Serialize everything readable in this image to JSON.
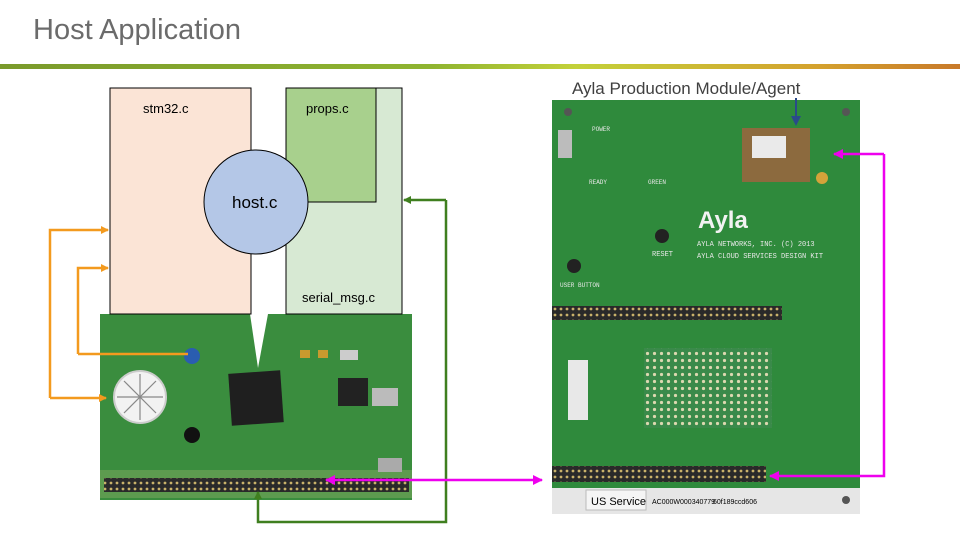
{
  "slide": {
    "title": "Host Application"
  },
  "diagram": {
    "boxes": {
      "stm32": "stm32.c",
      "props": "props.c",
      "serial": "serial_msg.c",
      "host": "host.c"
    },
    "module_label": "Ayla Production Module/Agent",
    "board_silkscreen": [
      "Ayla",
      "AYLA NETWORKS, INC. (C) 2013",
      "AYLA CLOUD SERVICES DESIGN KIT",
      "RESET",
      "USER BUTTON",
      "POWER",
      "READY",
      "GREEN"
    ],
    "board_stickers": [
      "US Service",
      "AC000W000340779",
      "60f189ccd606"
    ],
    "colors": {
      "orange": "#f39a1e",
      "green": "#3f7f1f",
      "magenta": "#ee00ee"
    }
  }
}
